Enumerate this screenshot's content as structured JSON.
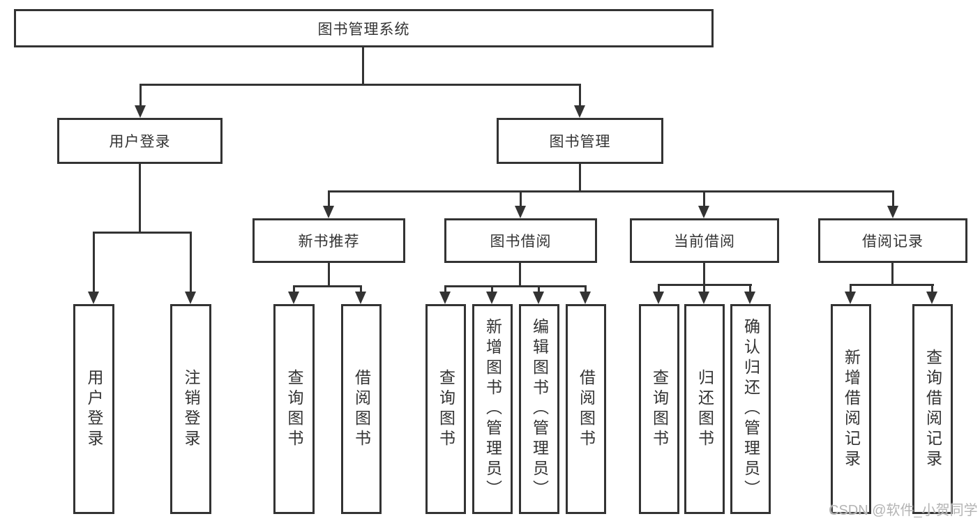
{
  "diagram": {
    "tree": {
      "label": "图书管理系统",
      "children": [
        {
          "label": "用户登录",
          "children": [
            {
              "label": "用户登录"
            },
            {
              "label": "注销登录"
            }
          ]
        },
        {
          "label": "图书管理",
          "children": [
            {
              "label": "新书推荐",
              "children": [
                {
                  "label": "查询图书"
                },
                {
                  "label": "借阅图书"
                }
              ]
            },
            {
              "label": "图书借阅",
              "children": [
                {
                  "label": "查询图书"
                },
                {
                  "label": "新增图书（管理员）"
                },
                {
                  "label": "编辑图书（管理员）"
                },
                {
                  "label": "借阅图书"
                }
              ]
            },
            {
              "label": "当前借阅",
              "children": [
                {
                  "label": "查询图书"
                },
                {
                  "label": "归还图书"
                },
                {
                  "label": "确认归还（管理员）"
                }
              ]
            },
            {
              "label": "借阅记录",
              "children": [
                {
                  "label": "新增借阅记录"
                },
                {
                  "label": "查询借阅记录"
                }
              ]
            }
          ]
        }
      ]
    },
    "colors": {
      "line": "#333333",
      "box_border": "#333333",
      "text": "#333333",
      "watermark": "#b4b4b4",
      "background": "#ffffff"
    }
  },
  "watermark": {
    "text": "CSDN @软件_小贺同学"
  }
}
